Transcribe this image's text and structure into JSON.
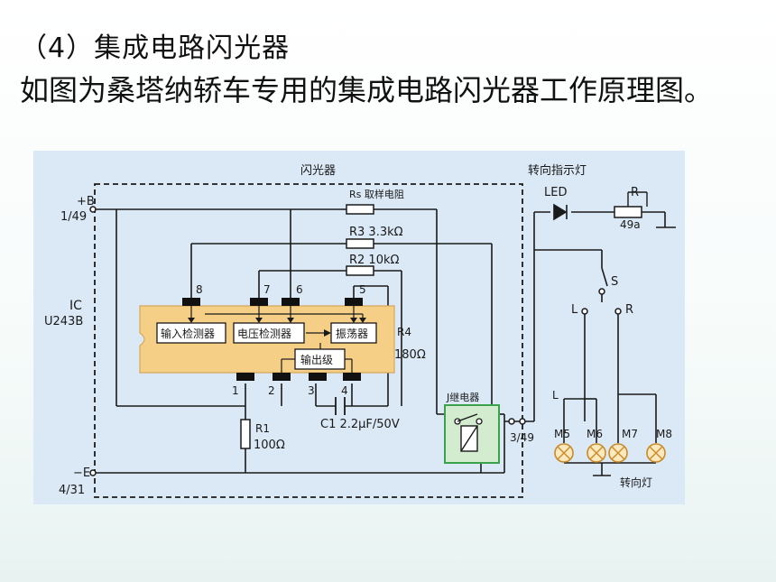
{
  "heading": "（4）集成电路闪光器",
  "intro": "如图为桑塔纳轿车专用的集成电路闪光器工作原理图。",
  "diagram": {
    "flasher_label": "闪光器",
    "turn_lamp_label": "转向指示灯",
    "bplus_label": "+B",
    "bplus_pin": "1/49",
    "ic_label": "IC",
    "ic_model": "U243B",
    "minus_e_label": "−E",
    "minus_e_pin": "4/31",
    "rs_label": "Rs 取样电阻",
    "r3_label": "R3 3.3kΩ",
    "r2_label": "R2 10kΩ",
    "r4_name": "R4",
    "r4_value": "180Ω",
    "r1_name": "R1",
    "r1_value": "100Ω",
    "c1_label": "C1 2.2μF/50V",
    "block_input": "输入检测器",
    "block_voltage": "电压检测器",
    "block_osc": "振荡器",
    "block_output": "输出级",
    "pin8": "8",
    "pin7": "7",
    "pin6": "6",
    "pin5": "5",
    "pin1": "1",
    "pin2": "2",
    "pin3": "3",
    "pin4": "4",
    "relay_label": "J继电器",
    "relay_pin": "3/49",
    "led_label": "LED",
    "r_label": "R",
    "r_pin": "49a",
    "switch_label": "S",
    "left_label": "L",
    "right_label": "R",
    "lamp_l_label": "L",
    "m5": "M5",
    "m6": "M6",
    "m7": "M7",
    "m8": "M8",
    "turn_lights_label": "转向灯"
  }
}
